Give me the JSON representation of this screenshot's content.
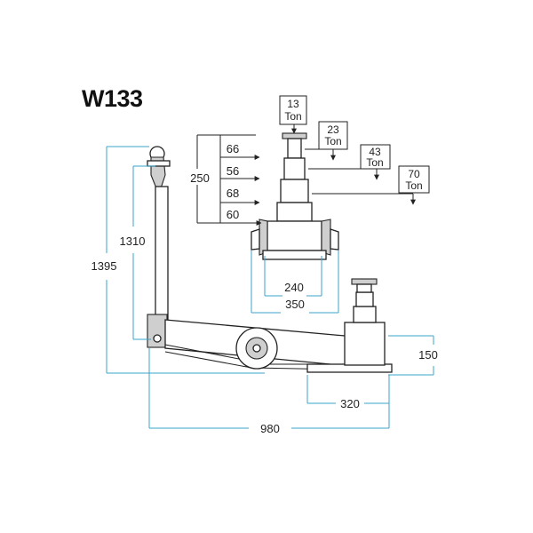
{
  "title": "W133",
  "capacities": [
    {
      "value": "13",
      "unit": "Ton"
    },
    {
      "value": "23",
      "unit": "Ton"
    },
    {
      "value": "43",
      "unit": "Ton"
    },
    {
      "value": "70",
      "unit": "Ton"
    }
  ],
  "stroke_steps": [
    "66",
    "56",
    "68",
    "60"
  ],
  "dimensions": {
    "total_stroke": "250",
    "saddle_inner": "240",
    "saddle_outer": "350",
    "handle_height": "1310",
    "overall_height": "1395",
    "base_height": "150",
    "base_width": "320",
    "overall_length": "980"
  },
  "colors": {
    "dimension_lines": "#3aa6c9",
    "body_fill": "#cfcfcf"
  }
}
